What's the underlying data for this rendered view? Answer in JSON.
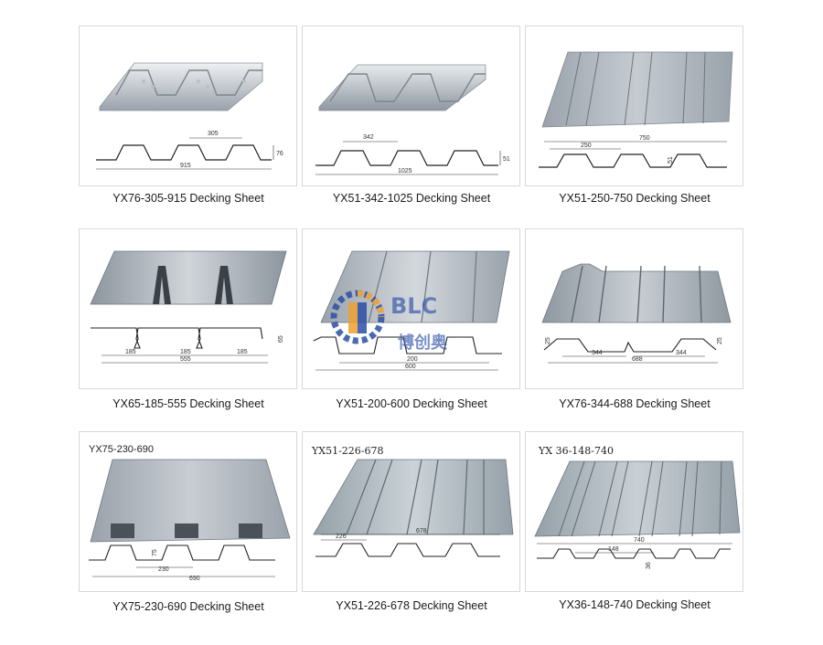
{
  "products": [
    {
      "caption": "YX76-305-915 Decking Sheet",
      "dims": [
        "305",
        "915",
        "76"
      ]
    },
    {
      "caption": "YX51-342-1025 Decking Sheet",
      "dims": [
        "342",
        "1025",
        "51"
      ]
    },
    {
      "caption": "YX51-250-750 Decking Sheet",
      "dims": [
        "750",
        "250",
        "51"
      ]
    },
    {
      "caption": "YX65-185-555 Decking Sheet",
      "dims": [
        "185",
        "185",
        "185",
        "555",
        "65"
      ]
    },
    {
      "caption": "YX51-200-600 Decking Sheet",
      "dims": [
        "200",
        "600"
      ]
    },
    {
      "caption": "YX76-344-688 Decking Sheet",
      "dims": [
        "344",
        "344",
        "688",
        "25",
        "25"
      ]
    },
    {
      "caption": "YX75-230-690 Decking Sheet",
      "stamp": "YX75-230-690",
      "dims": [
        "75",
        "230",
        "690"
      ]
    },
    {
      "caption": "YX51-226-678 Decking Sheet",
      "stamp": "YX51-226-678",
      "dims": [
        "226",
        "678"
      ]
    },
    {
      "caption": "YX36-148-740 Decking Sheet",
      "stamp": "YX 36-148-740",
      "dims": [
        "148",
        "740",
        "36"
      ]
    }
  ],
  "watermark": {
    "logo_text": "BLC",
    "chinese_text": "博创奥"
  },
  "colors": {
    "steel_light": "#d9dde2",
    "steel_mid": "#a9b0b8",
    "steel_dark": "#7d858e",
    "watermark_blue": "#2b4fa6",
    "watermark_orange": "#f0a030"
  }
}
